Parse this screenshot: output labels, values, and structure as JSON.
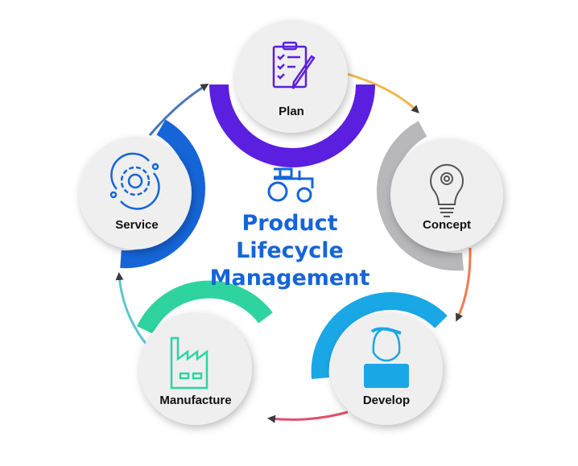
{
  "title": {
    "line1": "Product",
    "line2": "Lifecycle",
    "line3": "Management"
  },
  "center_icon": "tractor-icon",
  "stages": [
    {
      "label": "Plan",
      "icon": "clipboard-checklist-icon",
      "color": "#5b1fe0"
    },
    {
      "label": "Concept",
      "icon": "lightbulb-gear-icon",
      "color": "#b8b8bb"
    },
    {
      "label": "Develop",
      "icon": "developer-laptop-icon",
      "color": "#1aa7e6"
    },
    {
      "label": "Manufacture",
      "icon": "factory-icon",
      "color": "#2fd3a0"
    },
    {
      "label": "Service",
      "icon": "gear-cycle-icon",
      "color": "#1565d8"
    }
  ],
  "title_color": "#1565d8"
}
